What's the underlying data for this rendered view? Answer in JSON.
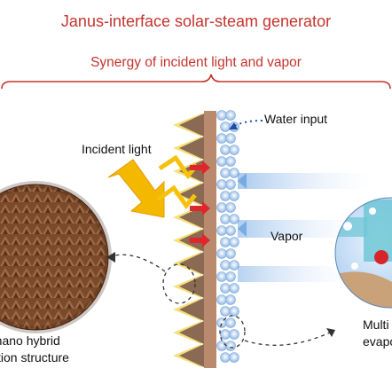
{
  "title": "Janus-interface solar-steam generator",
  "subtitle": "Synergy of incident light and vapor",
  "labels": {
    "water_input": "Water input",
    "incident_light": "Incident light",
    "vapor": "Vapor",
    "hybrid_line1": "-nano hybrid",
    "hybrid_line2": "ction structure",
    "multi_line1": "Multi",
    "multi_line2": "evapor"
  },
  "colors": {
    "title_red": "#c4342d",
    "sawtooth": "#8a6a52",
    "sawtooth_glow": "#f6e07a",
    "membrane": "#b88a6e",
    "bubbles": "#a9c8ea",
    "light_arrow": "#f4c20d",
    "heat_arrow": "#e0262c",
    "vapor_blue": "#8ab6e6",
    "circle_brown": "#6b3f24"
  }
}
